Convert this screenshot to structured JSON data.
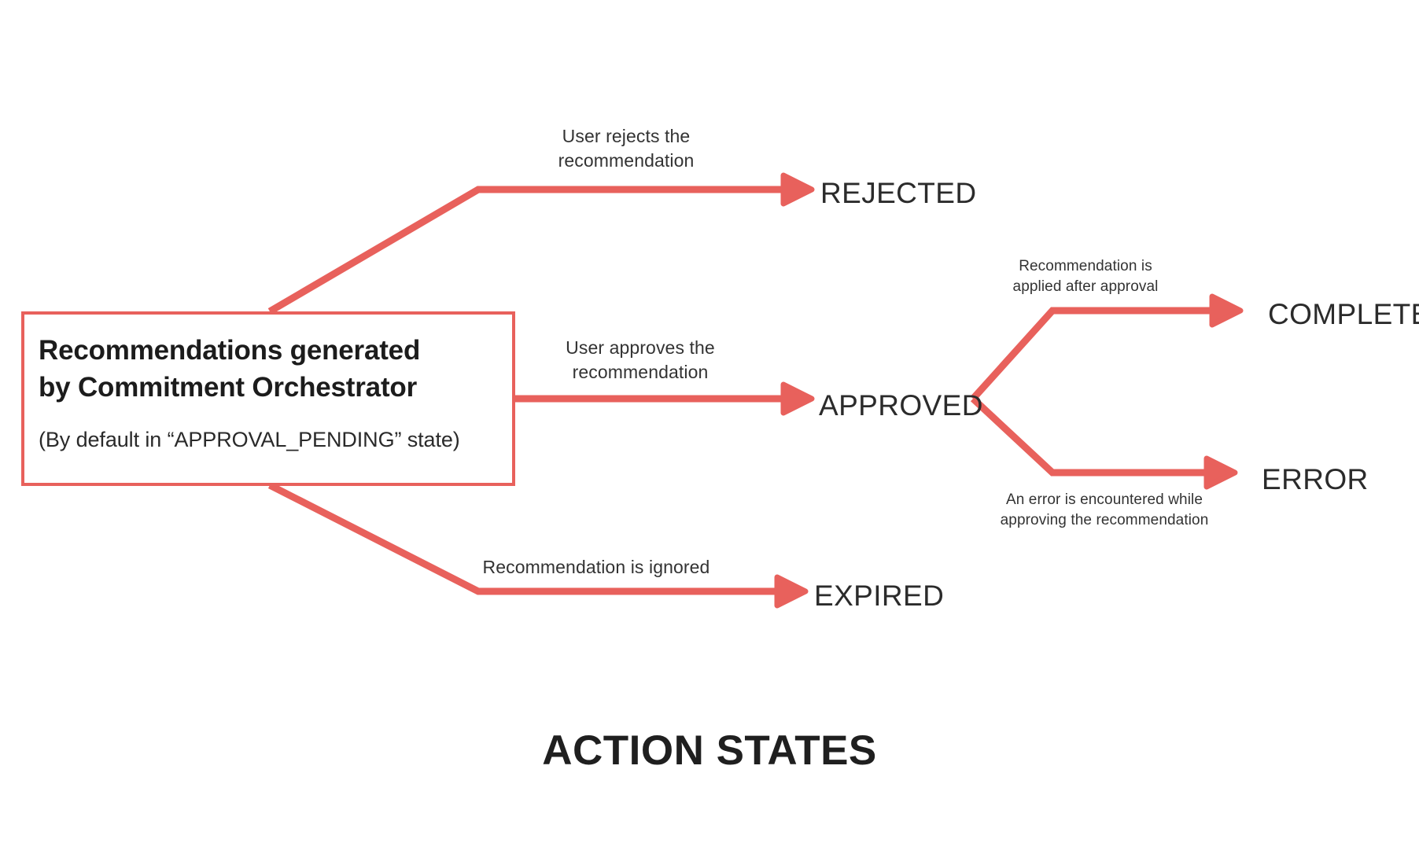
{
  "diagram": {
    "title": "ACTION STATES",
    "accent_color": "#e8615c",
    "text_color": "#2b2b2b",
    "background": "#ffffff",
    "source": {
      "title": "Recommendations generated\nby Commitment Orchestrator",
      "subtitle": "(By default in “APPROVAL_PENDING” state)"
    },
    "states": {
      "rejected": "REJECTED",
      "approved": "APPROVED",
      "completed": "COMPLETED",
      "error": "ERROR",
      "expired": "EXPIRED"
    },
    "transitions": {
      "reject": "User rejects the\nrecommendation",
      "approve": "User approves the\nrecommendation",
      "expire": "Recommendation is ignored",
      "complete": "Recommendation is\napplied after approval",
      "error": "An error is encountered while\napproving the recommendation"
    }
  }
}
